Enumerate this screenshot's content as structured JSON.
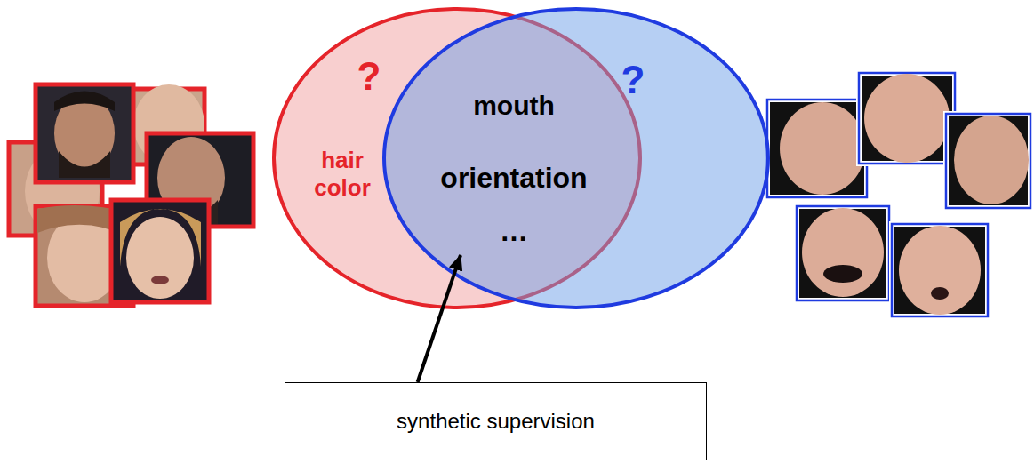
{
  "diagram": {
    "nodes": [
      {
        "text": [
          "?",
          "hair color"
        ]
      },
      {
        "text": [
          "?"
        ]
      },
      {
        "text": [
          "mouth",
          "orientation",
          "…"
        ],
        "in": 0
      },
      {
        "text": [
          "synthetic supervision"
        ]
      }
    ],
    "edges": [
      {
        "from": 3,
        "to": 2,
        "arrow": "to"
      }
    ]
  }
}
